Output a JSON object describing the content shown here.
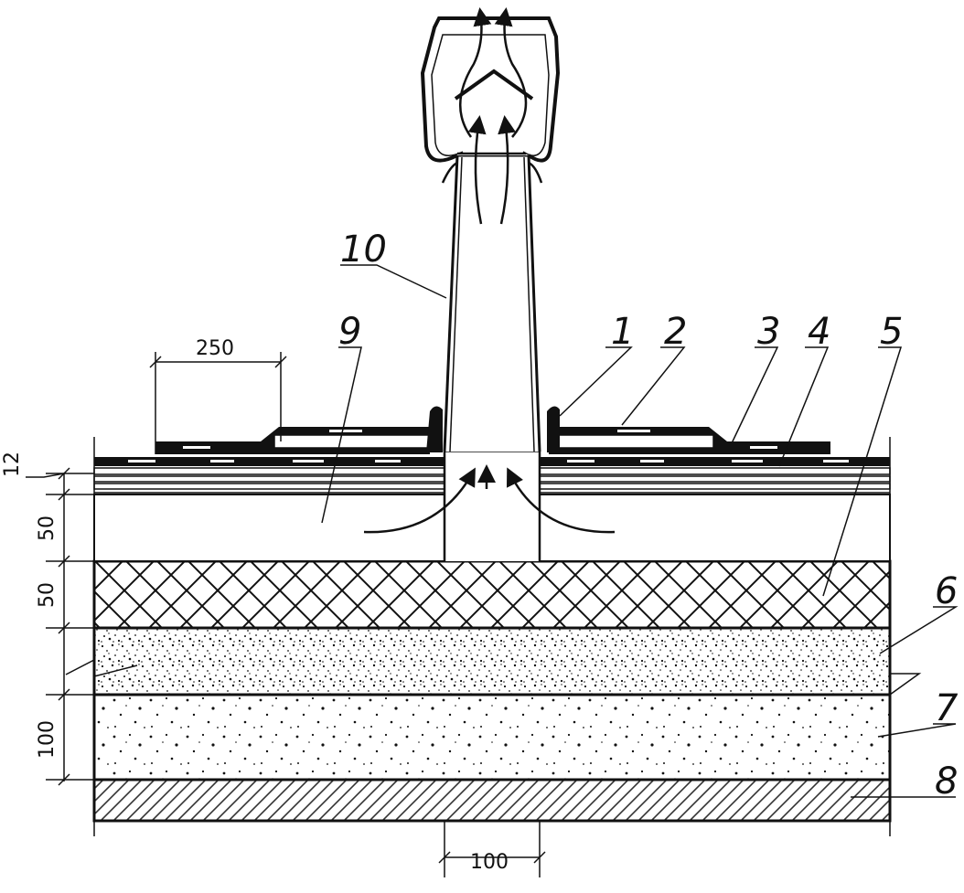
{
  "callouts": {
    "c1": "1",
    "c2": "2",
    "c3": "3",
    "c4": "4",
    "c5": "5",
    "c6": "6",
    "c7": "7",
    "c8": "8",
    "c9": "9",
    "c10": "10"
  },
  "dimensions": {
    "top_width": "250",
    "bottom_width": "100",
    "layer_12": "12",
    "layer_50_a": "50",
    "layer_50_b": "50",
    "layer_100": "100"
  },
  "colors": {
    "ink": "#111111",
    "paper": "#ffffff"
  }
}
